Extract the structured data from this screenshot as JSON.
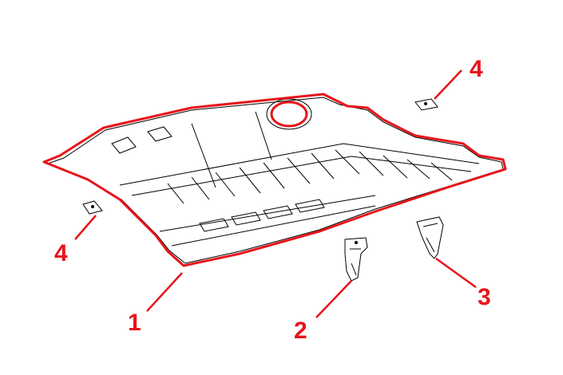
{
  "diagram": {
    "accent_color": "#e8141b",
    "callouts": [
      {
        "label": "1",
        "part": "floor-panel-underbody-shield"
      },
      {
        "label": "2",
        "part": "bracket-left"
      },
      {
        "label": "3",
        "part": "bracket-right"
      },
      {
        "label": "4",
        "part": "clip-upper-right"
      },
      {
        "label": "4",
        "part": "clip-left"
      }
    ]
  }
}
